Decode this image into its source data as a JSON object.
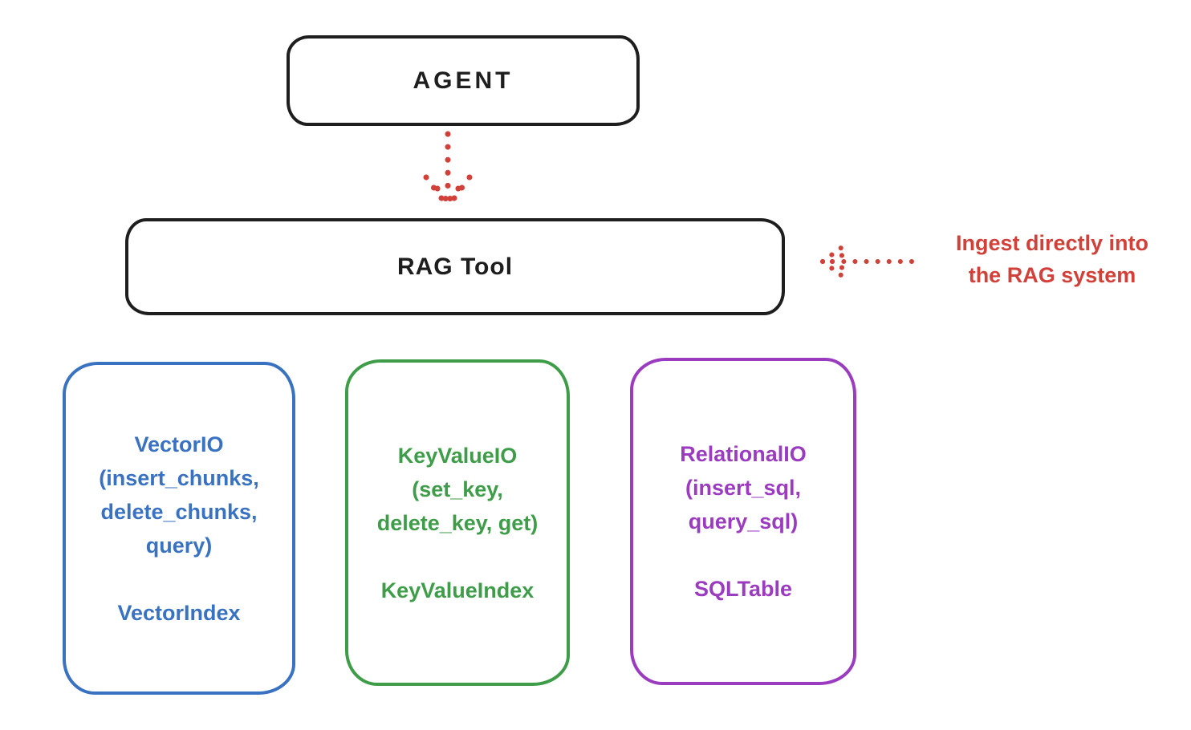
{
  "diagram": {
    "title_hint": "RAG Tool architecture sketch",
    "colors": {
      "ink": "#1e1e1e",
      "red": "#d1413a",
      "blue": "#3a72c2",
      "green": "#3f9d4a",
      "purple": "#9b3bc0",
      "background": "#ffffff"
    },
    "agent": {
      "label": "AGENT"
    },
    "rag_tool": {
      "label": "RAG Tool"
    },
    "annotation": {
      "lines": [
        "Ingest directly into",
        "the RAG system"
      ],
      "color": "#d1413a"
    },
    "arrows": [
      {
        "name": "agent-to-ragtool",
        "style": "dotted",
        "color": "#d1413a",
        "direction": "down"
      },
      {
        "name": "annotation-to-ragtool",
        "style": "dotted",
        "color": "#d1413a",
        "direction": "left"
      }
    ],
    "cards": [
      {
        "id": "vector-io",
        "color": "#3a72c2",
        "lines": [
          "VectorIO",
          "(insert_chunks,",
          "delete_chunks,",
          "query)",
          "",
          "VectorIndex"
        ]
      },
      {
        "id": "keyvalue-io",
        "color": "#3f9d4a",
        "lines": [
          "KeyValueIO",
          "(set_key,",
          "delete_key, get)",
          "",
          "KeyValueIndex"
        ]
      },
      {
        "id": "relational-io",
        "color": "#9b3bc0",
        "lines": [
          "RelationalIO",
          "(insert_sql,",
          "query_sql)",
          "",
          "SQLTable"
        ]
      }
    ]
  }
}
